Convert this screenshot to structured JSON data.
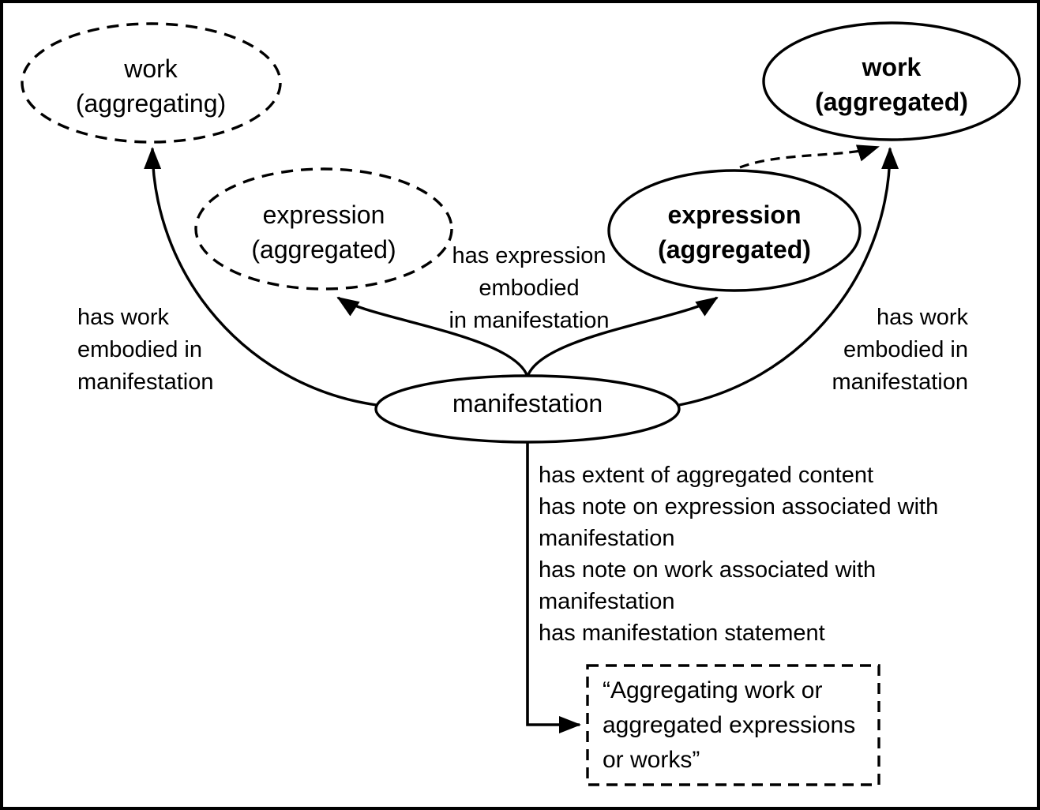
{
  "colors": {
    "ink": "#000000",
    "background": "#ffffff"
  },
  "nodes": {
    "work_aggregating": {
      "lines": [
        "work",
        "(aggregating)"
      ],
      "border": "dashed",
      "emphasis": "normal"
    },
    "expression_aggregated_dashed": {
      "lines": [
        "expression",
        "(aggregated)"
      ],
      "border": "dashed",
      "emphasis": "normal"
    },
    "expression_aggregated_solid": {
      "lines": [
        "expression",
        "(aggregated)"
      ],
      "border": "solid",
      "emphasis": "bold"
    },
    "work_aggregated": {
      "lines": [
        "work",
        "(aggregated)"
      ],
      "border": "solid",
      "emphasis": "bold"
    },
    "manifestation": {
      "lines": [
        "manifestation"
      ],
      "border": "solid",
      "emphasis": "normal"
    }
  },
  "edge_labels": {
    "left": {
      "lines": [
        "has work",
        "embodied in",
        "manifestation"
      ]
    },
    "center": {
      "lines": [
        "has expression",
        "embodied",
        "in manifestation"
      ]
    },
    "right": {
      "lines": [
        "has work",
        "embodied in",
        "manifestation"
      ]
    }
  },
  "manifestation_properties": [
    "has extent of aggregated content",
    "has note on expression associated with manifestation",
    "has note on work associated with manifestation",
    "has manifestation statement"
  ],
  "note_box": {
    "text": "“Aggregating work or aggregated expressions or works”"
  }
}
